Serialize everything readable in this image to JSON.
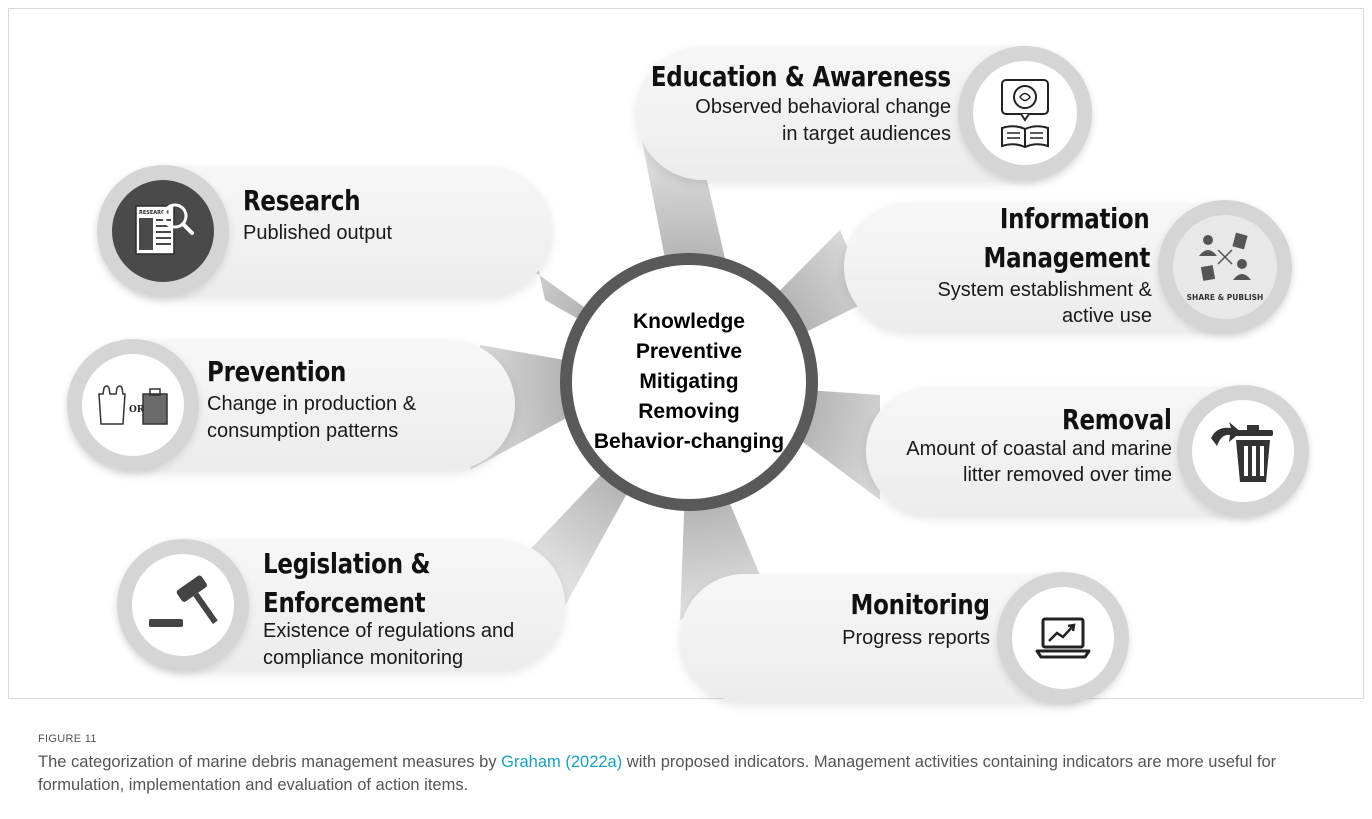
{
  "figure": {
    "label": "FIGURE 11",
    "caption_before": "The categorization of marine debris management measures by ",
    "caption_link": "Graham (2022a)",
    "caption_after": " with proposed indicators. Management activities containing indicators are more useful for formulation, implementation and evaluation of action items."
  },
  "hub": {
    "lines": [
      "Knowledge",
      "Preventive",
      "Mitigating",
      "Removing",
      "Behavior-changing"
    ]
  },
  "measures": {
    "research": {
      "title": "Research",
      "desc": "Published output",
      "icon": "research-magnifier-icon",
      "icon_text": "RESEARCH"
    },
    "prevention": {
      "title": "Prevention",
      "desc1": "Change in production &",
      "desc2": "consumption patterns",
      "icon": "bag-or-box-icon",
      "icon_text": "OR"
    },
    "legislation": {
      "title1": "Legislation &",
      "title2": "Enforcement",
      "desc1": "Existence of regulations and",
      "desc2": "compliance monitoring",
      "icon": "gavel-icon"
    },
    "education": {
      "title": "Education & Awareness",
      "desc1": "Observed behavioral change",
      "desc2": "in target audiences",
      "icon": "book-speech-bubble-icon"
    },
    "information": {
      "title1": "Information",
      "title2": "Management",
      "desc1": "System establishment &",
      "desc2": "active use",
      "icon": "share-publish-icon",
      "icon_text": "SHARE & PUBLISH"
    },
    "removal": {
      "title": "Removal",
      "desc1": "Amount of coastal and marine",
      "desc2": "litter removed over time",
      "icon": "trash-bin-icon"
    },
    "monitoring": {
      "title": "Monitoring",
      "desc": "Progress reports",
      "icon": "laptop-chart-icon"
    }
  },
  "colors": {
    "hub_ring": "#595959",
    "pill": "#eeeeee",
    "disc": "#d5d5d5",
    "link": "#1aa0bb",
    "caption": "#555555"
  }
}
